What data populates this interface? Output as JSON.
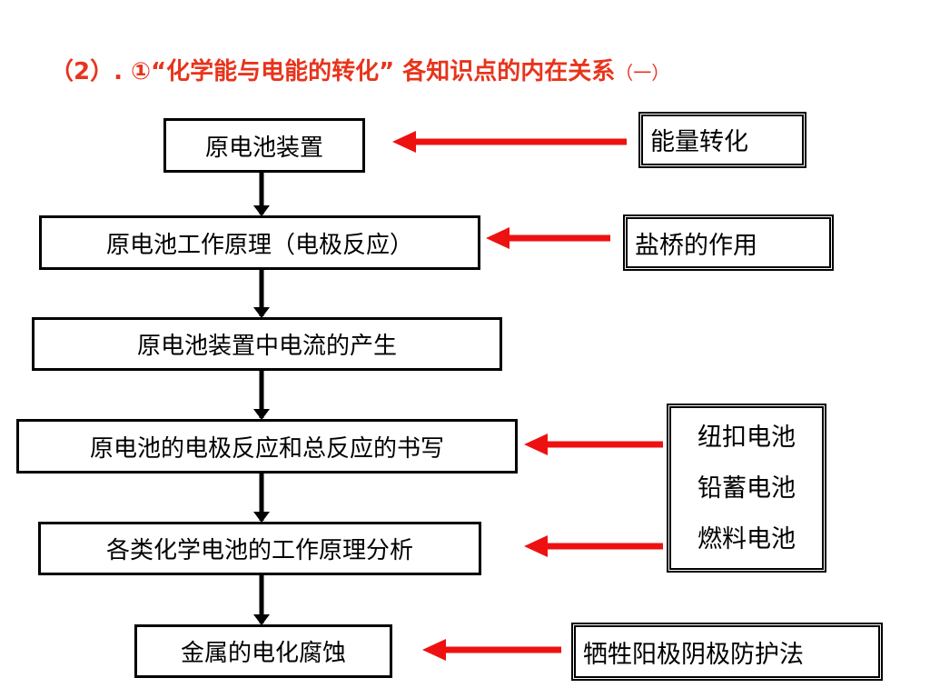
{
  "title": {
    "lead": "（2）. ①“化学能与电能的转化” 各知识点的内在关系",
    "tail": "（一）"
  },
  "flow": [
    "原电池装置",
    "原电池工作原理（电极反应）",
    "原电池装置中电流的产生",
    "原电池的电极反应和总反应的书写",
    "各类化学电池的工作原理分析",
    "金属的电化腐蚀"
  ],
  "side": {
    "energy": "能量转化",
    "salt_bridge": "盐桥的作用",
    "batteries": [
      "纽扣电池",
      "铅蓄电池",
      "燃料电池"
    ],
    "protection": "牺牲阳极阴极防护法"
  },
  "colors": {
    "title": "#e8341c",
    "side_arrow": "#ee1111",
    "flow_arrow": "#000000"
  }
}
